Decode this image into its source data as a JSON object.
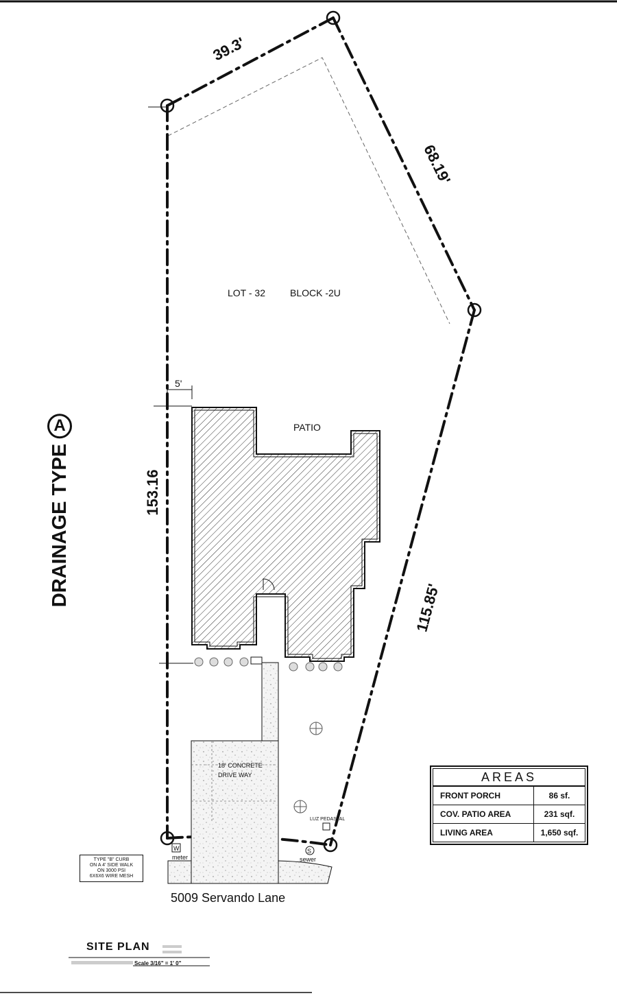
{
  "lot": {
    "lot_label": "LOT - 32",
    "block_label": "BLOCK -2U"
  },
  "dimensions": {
    "top": "39.3'",
    "northeast": "68.19'",
    "east": "115.85'",
    "west": "153.16",
    "setback": "5'"
  },
  "labels": {
    "patio": "PATIO",
    "driveway_line1": "18' CONCRETE",
    "driveway_line2": "DRIVE WAY",
    "pedestal": "LUZ PEDASTAL",
    "meter_symbol": "W",
    "meter": "meter",
    "sewer_symbol": "S",
    "sewer": "sewer"
  },
  "drainage": {
    "text": "DRAINAGE TYPE",
    "type": "A"
  },
  "areas": {
    "title": "AREAS",
    "rows": [
      {
        "name": "FRONT PORCH",
        "value": "86 sf."
      },
      {
        "name": "COV. PATIO AREA",
        "value": "231 sqf."
      },
      {
        "name": "LIVING AREA",
        "value": "1,650 sqf."
      }
    ]
  },
  "curb_note": [
    "TYPE \"B\" CURB",
    "ON A 4' SIDE WALK",
    "ON 3000 PSI",
    "6X6X6 WIRE MESH"
  ],
  "address": "5009 Servando Lane",
  "site_plan": {
    "title": "SITE PLAN",
    "scale": "Scale 3/16\" = 1' 0\""
  },
  "colors": {
    "line": "#111111",
    "hatch": "#333333",
    "concrete": "#f2f2f2"
  }
}
